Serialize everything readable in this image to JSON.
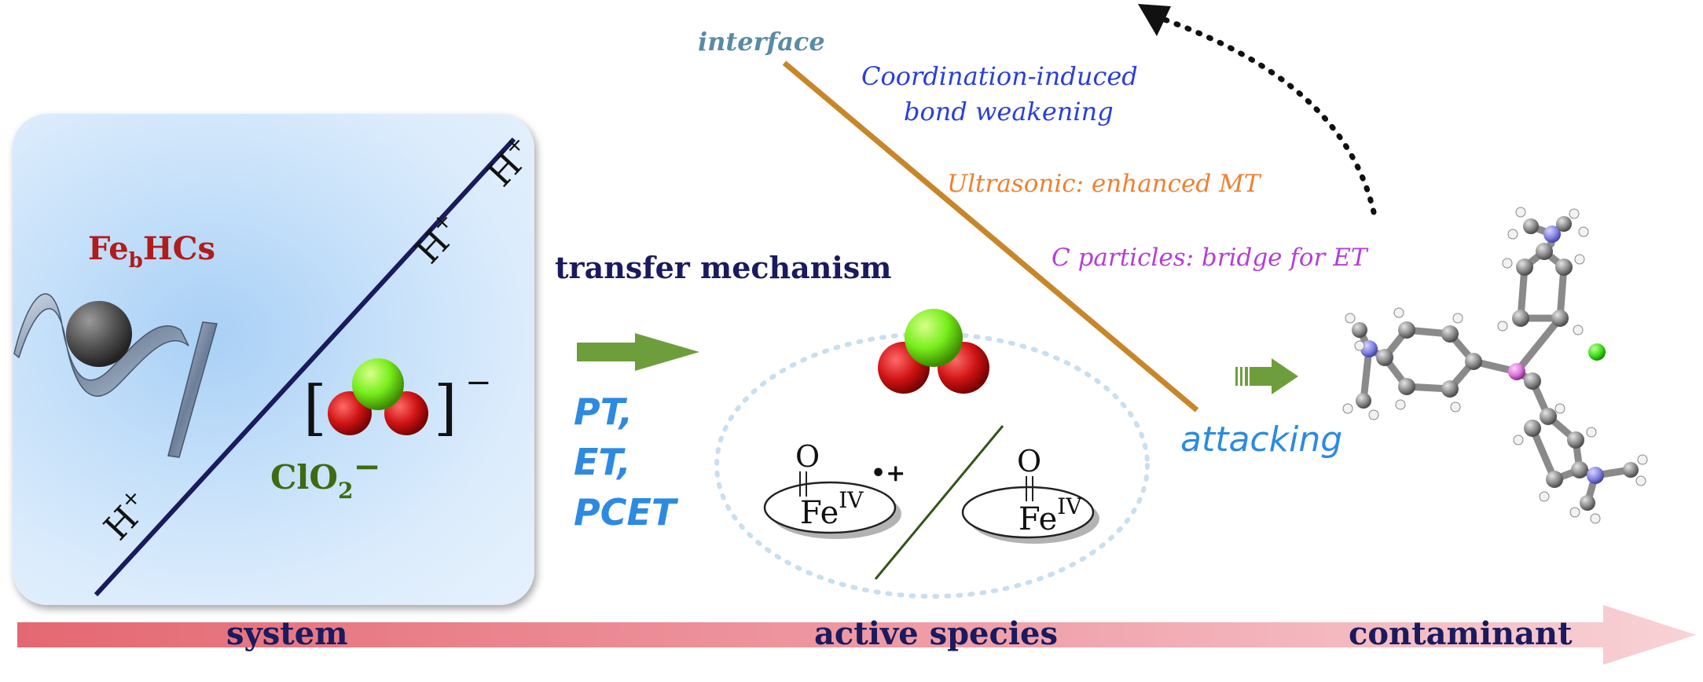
{
  "system": {
    "catalyst_main": "Fe",
    "catalyst_sub": "b",
    "catalyst_rest": "HCs",
    "proton_base": "H",
    "proton_charge": "+",
    "bracket_left": "[",
    "bracket_right": "]",
    "ion_charge": "−",
    "chlorite_main": "ClO",
    "chlorite_sub": "2",
    "chlorite_charge": "−"
  },
  "mechanism": {
    "title": "transfer mechanism",
    "items": [
      "PT,",
      "ET,",
      "PCET"
    ]
  },
  "interface": {
    "label": "interface",
    "notes": [
      "Coordination-induced",
      "bond weakening",
      "Ultrasonic: enhanced MT",
      "C particles: bridge for ET"
    ]
  },
  "species": {
    "oxo_O": "O",
    "fe_base": "Fe",
    "fe_ox": "IV",
    "radical": "•+"
  },
  "attack": {
    "label": "attacking"
  },
  "bottom_axis": {
    "labels": [
      "system",
      "active species",
      "contaminant"
    ]
  },
  "colors": {
    "navy": "#1a1a5e",
    "red_label": "#b01c1c",
    "green_label": "#3e6b12",
    "blue_text": "#2d8ae0",
    "royal_blue": "#2a3fd6",
    "orange": "#f08030",
    "violet": "#b53ed6",
    "steel": "#5a8aa5",
    "interface_line": "#c8862a",
    "arrow_green": "#6e9e3c",
    "bottom_arrow": "#e46872"
  }
}
